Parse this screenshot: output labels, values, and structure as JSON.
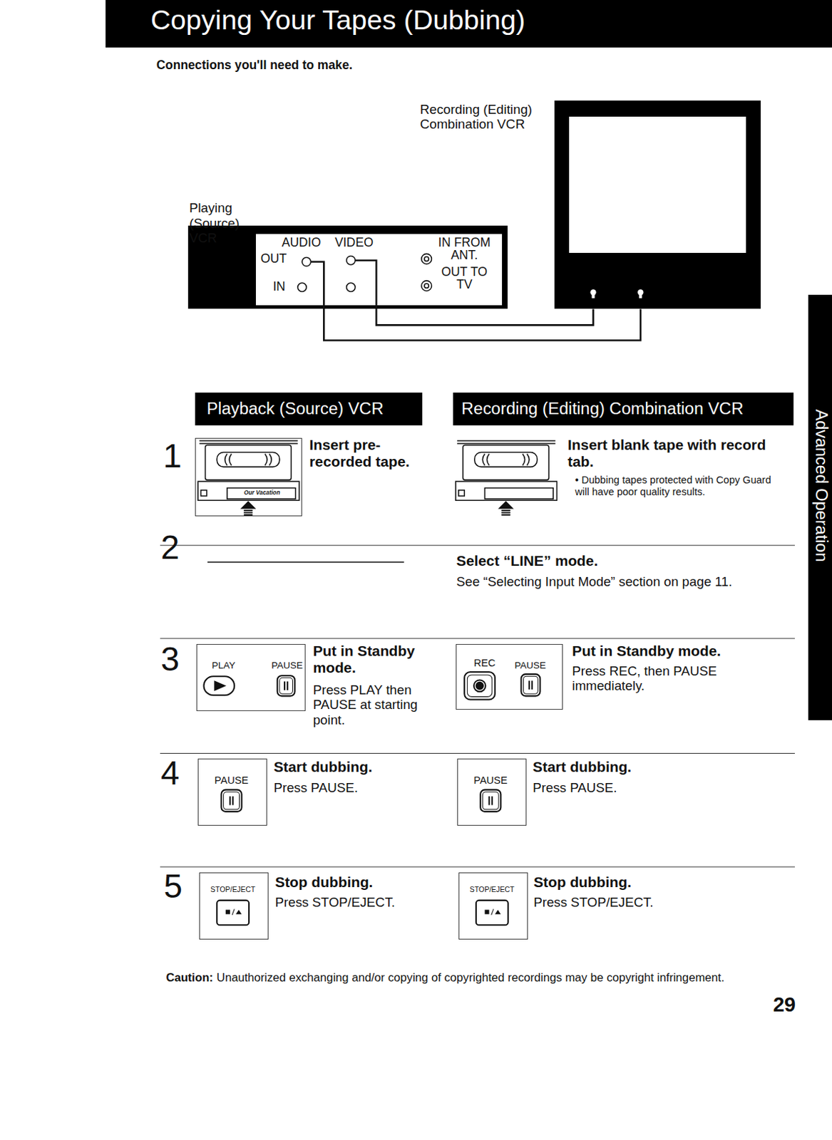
{
  "diagram": {
    "title": "Copying Your Tapes (Dubbing)",
    "nodes": [
      {
        "text": [
          "Playing (Source) VCR"
        ]
      },
      {
        "text": [
          "AUDIO",
          "VIDEO",
          "OUT",
          "IN",
          "IN FROM ANT.",
          "OUT TO TV"
        ],
        "in": 0
      },
      {
        "text": [
          "Recording (Editing) Combination VCR"
        ]
      },
      {
        "text": [
          "Playback (Source) VCR"
        ]
      },
      {
        "text": [
          "Recording (Editing) Combination VCR"
        ]
      },
      {
        "text": [
          "Our Vacation"
        ]
      },
      {
        "text": [
          "PLAY",
          "PAUSE"
        ]
      },
      {
        "text": [
          "REC",
          "PAUSE"
        ]
      },
      {
        "text": [
          "PAUSE"
        ]
      },
      {
        "text": [
          "PAUSE"
        ]
      },
      {
        "text": [
          "STOP/EJECT"
        ]
      },
      {
        "text": [
          "STOP/EJECT"
        ]
      },
      {
        "text": [
          "Advanced Operation"
        ]
      }
    ],
    "edges": [
      {
        "from": 1,
        "to": 2,
        "arrow": "none"
      },
      {
        "from": 1,
        "to": 2,
        "arrow": "none"
      }
    ],
    "labels": [
      "Connections you'll need to make.",
      "1",
      "Insert pre-recorded tape.",
      "Insert blank tape with record tab.",
      "• Dubbing tapes protected with Copy Guard will have poor quality results.",
      "2",
      "Select “LINE” mode.",
      "See “Selecting Input Mode” section on page 11.",
      "3",
      "Put in Standby mode.",
      "Press PLAY then PAUSE at starting point.",
      "Put in Standby mode.",
      "Press REC, then PAUSE immediately.",
      "4",
      "Start dubbing.",
      "Press PAUSE.",
      "Start dubbing.",
      "Press PAUSE.",
      "5",
      "Stop dubbing.",
      "Press STOP/EJECT.",
      "Stop dubbing.",
      "Press STOP/EJECT.",
      "Caution:",
      "Unauthorized exchanging and/or copying of copyrighted recordings may be copyright infringement.",
      "29"
    ]
  }
}
